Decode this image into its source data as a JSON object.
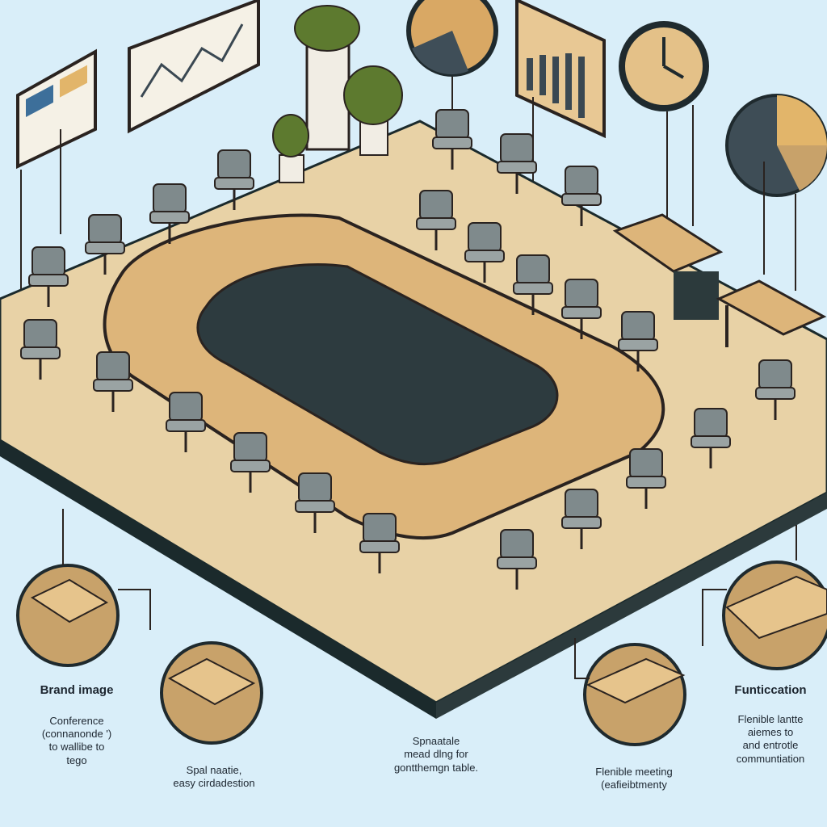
{
  "colors": {
    "background": "#d9eef9",
    "floor": "#e8d2a6",
    "floor_edge": "#1b2a2c",
    "table_wood": "#ddb57a",
    "table_edge": "#2a2320",
    "chair_fill": "#7f8a8c",
    "plant": "#5d7a2f"
  },
  "labels": {
    "brand": {
      "title": "Brand image",
      "line1": "Conference",
      "line2": "(connanonde ')",
      "line3": "to wallibe to",
      "line4": "tego"
    },
    "spatial": {
      "line1": "Spal naatie,",
      "line2": "easy cirdadestion"
    },
    "center": {
      "line1": "Spnaatale",
      "line2": "mead dlng for",
      "line3": "gontthemgn table."
    },
    "flexible": {
      "line1": "Flenible meeting",
      "line2": "(eafieibtmenty"
    },
    "function": {
      "title": "Funticcation",
      "line1": "Flenible lantte",
      "line2": "aiemes to",
      "line3": "and entrotle",
      "line4": "communtiation"
    }
  }
}
